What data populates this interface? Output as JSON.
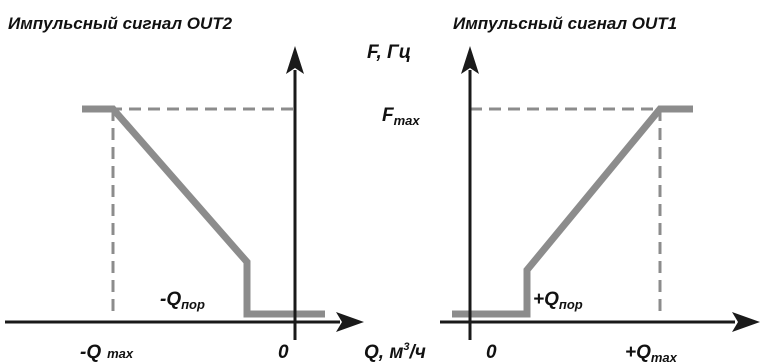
{
  "titles": {
    "left": "Импульсный сигнал OUT2",
    "right": "Импульсный сигнал OUT1"
  },
  "y_axis": {
    "label": "F, Гц",
    "fmax_base": "F",
    "fmax_sub": "max"
  },
  "x_axis": {
    "label_base": "Q, м",
    "label_sup": "3",
    "label_tail": "/ч"
  },
  "left_plot": {
    "qmax_label_base": "-Q",
    "qmax_label_sub": "max",
    "zero": "0",
    "qpor_label_base": "-Q",
    "qpor_label_sub": "пор"
  },
  "right_plot": {
    "qmax_label_base": "+Q",
    "qmax_label_sub": "max",
    "zero": "0",
    "qpor_label_base": "+Q",
    "qpor_label_sub": "пор"
  },
  "colors": {
    "axis": "#1a1a1a",
    "curve": "#8c8c8c",
    "dashed": "#8c8c8c",
    "text": "#111111"
  }
}
